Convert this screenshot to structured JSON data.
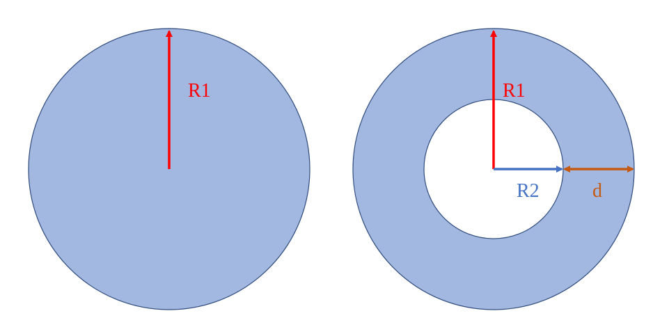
{
  "colors": {
    "fill": "#a3b8e1",
    "stroke": "#2f4b7c",
    "r1_arrow": "#ff0000",
    "r2_arrow": "#4472c4",
    "d_arrow": "#c55a11",
    "background": "#ffffff"
  },
  "solid_circle": {
    "r1_label": "R1"
  },
  "annulus": {
    "r1_label": "R1",
    "r2_label": "R2",
    "d_label": "d"
  }
}
